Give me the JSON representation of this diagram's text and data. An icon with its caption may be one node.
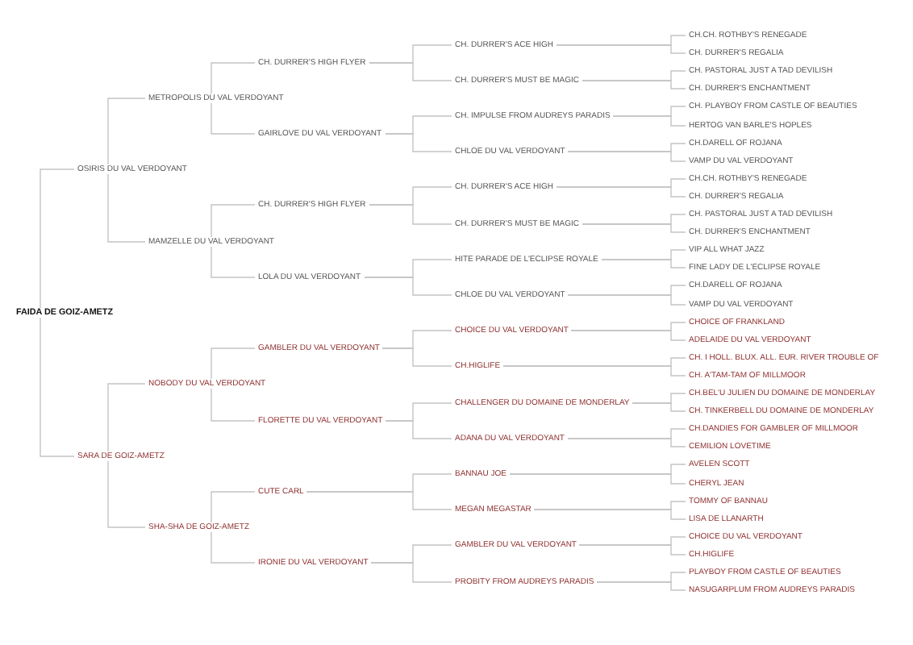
{
  "diagram": {
    "nodes": [
      {
        "text": [
          "FAIDA DE GOIZ-AMETZ"
        ]
      },
      {
        "text": [
          "OSIRIS DU VAL VERDOYANT"
        ]
      },
      {
        "text": [
          "SARA DE GOIZ-AMETZ"
        ]
      },
      {
        "text": [
          "METROPOLIS DU VAL VERDOYANT"
        ]
      },
      {
        "text": [
          "MAMZELLE DU VAL VERDOYANT"
        ]
      },
      {
        "text": [
          "NOBODY DU VAL VERDOYANT"
        ]
      },
      {
        "text": [
          "SHA-SHA DE GOIZ-AMETZ"
        ]
      },
      {
        "text": [
          "CH. DURRER'S HIGH FLYER"
        ]
      },
      {
        "text": [
          "GAIRLOVE DU VAL VERDOYANT"
        ]
      },
      {
        "text": [
          "CH. DURRER'S HIGH FLYER"
        ]
      },
      {
        "text": [
          "LOLA DU VAL VERDOYANT"
        ]
      },
      {
        "text": [
          "GAMBLER DU VAL VERDOYANT"
        ]
      },
      {
        "text": [
          "FLORETTE DU VAL VERDOYANT"
        ]
      },
      {
        "text": [
          "CUTE CARL"
        ]
      },
      {
        "text": [
          "IRONIE DU VAL VERDOYANT"
        ]
      },
      {
        "text": [
          "CH. DURRER'S ACE HIGH"
        ]
      },
      {
        "text": [
          "CH. DURRER'S MUST BE MAGIC"
        ]
      },
      {
        "text": [
          "CH. IMPULSE FROM AUDREYS PARADIS"
        ]
      },
      {
        "text": [
          "CHLOE DU VAL VERDOYANT"
        ]
      },
      {
        "text": [
          "CH. DURRER'S ACE HIGH"
        ]
      },
      {
        "text": [
          "CH. DURRER'S MUST BE MAGIC"
        ]
      },
      {
        "text": [
          "HITE PARADE DE L'ECLIPSE ROYALE"
        ]
      },
      {
        "text": [
          "CHLOE DU VAL VERDOYANT"
        ]
      },
      {
        "text": [
          "CHOICE DU VAL VERDOYANT"
        ]
      },
      {
        "text": [
          "CH.HIGLIFE"
        ]
      },
      {
        "text": [
          "CHALLENGER DU DOMAINE DE MONDERLAY"
        ]
      },
      {
        "text": [
          "ADANA DU VAL VERDOYANT"
        ]
      },
      {
        "text": [
          "BANNAU JOE"
        ]
      },
      {
        "text": [
          "MEGAN MEGASTAR"
        ]
      },
      {
        "text": [
          "GAMBLER DU VAL VERDOYANT"
        ]
      },
      {
        "text": [
          "PROBITY FROM AUDREYS PARADIS"
        ]
      },
      {
        "text": [
          "CH.CH. ROTHBY'S RENEGADE"
        ]
      },
      {
        "text": [
          "CH. DURRER'S REGALIA"
        ]
      },
      {
        "text": [
          "CH. PASTORAL JUST A TAD DEVILISH"
        ]
      },
      {
        "text": [
          "CH. DURRER'S ENCHANTMENT"
        ]
      },
      {
        "text": [
          "CH. PLAYBOY FROM CASTLE OF BEAUTIES"
        ]
      },
      {
        "text": [
          "HERTOG VAN BARLE'S HOPLES"
        ]
      },
      {
        "text": [
          "CH.DARELL OF ROJANA"
        ]
      },
      {
        "text": [
          "VAMP DU VAL VERDOYANT"
        ]
      },
      {
        "text": [
          "CH.CH. ROTHBY'S RENEGADE"
        ]
      },
      {
        "text": [
          "CH. DURRER'S REGALIA"
        ]
      },
      {
        "text": [
          "CH. PASTORAL JUST A TAD DEVILISH"
        ]
      },
      {
        "text": [
          "CH. DURRER'S ENCHANTMENT"
        ]
      },
      {
        "text": [
          "VIP ALL WHAT JAZZ"
        ]
      },
      {
        "text": [
          "FINE LADY DE L'ECLIPSE ROYALE"
        ]
      },
      {
        "text": [
          "CH.DARELL OF ROJANA"
        ]
      },
      {
        "text": [
          "VAMP DU VAL VERDOYANT"
        ]
      },
      {
        "text": [
          "CHOICE OF FRANKLAND"
        ]
      },
      {
        "text": [
          "ADELAIDE DU VAL VERDOYANT"
        ]
      },
      {
        "text": [
          "CH. I HOLL. BLUX. ALL. EUR. RIVER TROUBLE OF"
        ]
      },
      {
        "text": [
          "CH. A'TAM-TAM OF MILLMOOR"
        ]
      },
      {
        "text": [
          "CH.BEL'U JULIEN DU DOMAINE DE MONDERLAY"
        ]
      },
      {
        "text": [
          "CH. TINKERBELL DU DOMAINE DE MONDERLAY"
        ]
      },
      {
        "text": [
          "CH.DANDIES FOR GAMBLER OF MILLMOOR"
        ]
      },
      {
        "text": [
          "CEMILION LOVETIME"
        ]
      },
      {
        "text": [
          "AVELEN SCOTT"
        ]
      },
      {
        "text": [
          "CHERYL JEAN"
        ]
      },
      {
        "text": [
          "TOMMY OF BANNAU"
        ]
      },
      {
        "text": [
          "LISA DE LLANARTH"
        ]
      },
      {
        "text": [
          "CHOICE DU VAL VERDOYANT"
        ]
      },
      {
        "text": [
          "CH.HIGLIFE"
        ]
      },
      {
        "text": [
          "PLAYBOY FROM CASTLE OF BEAUTIES"
        ]
      },
      {
        "text": [
          "NASUGARPLUM FROM AUDREYS PARADIS"
        ]
      }
    ],
    "edges": [
      {
        "from": 0,
        "to": 1,
        "arrow": "none"
      },
      {
        "from": 0,
        "to": 2,
        "arrow": "none"
      },
      {
        "from": 1,
        "to": 3,
        "arrow": "none"
      },
      {
        "from": 1,
        "to": 4,
        "arrow": "none"
      },
      {
        "from": 2,
        "to": 5,
        "arrow": "none"
      },
      {
        "from": 2,
        "to": 6,
        "arrow": "none"
      },
      {
        "from": 3,
        "to": 7,
        "arrow": "none"
      },
      {
        "from": 3,
        "to": 8,
        "arrow": "none"
      },
      {
        "from": 4,
        "to": 9,
        "arrow": "none"
      },
      {
        "from": 4,
        "to": 10,
        "arrow": "none"
      },
      {
        "from": 5,
        "to": 11,
        "arrow": "none"
      },
      {
        "from": 5,
        "to": 12,
        "arrow": "none"
      },
      {
        "from": 6,
        "to": 13,
        "arrow": "none"
      },
      {
        "from": 6,
        "to": 14,
        "arrow": "none"
      },
      {
        "from": 7,
        "to": 15,
        "arrow": "none"
      },
      {
        "from": 7,
        "to": 16,
        "arrow": "none"
      },
      {
        "from": 8,
        "to": 17,
        "arrow": "none"
      },
      {
        "from": 8,
        "to": 18,
        "arrow": "none"
      },
      {
        "from": 9,
        "to": 19,
        "arrow": "none"
      },
      {
        "from": 9,
        "to": 20,
        "arrow": "none"
      },
      {
        "from": 10,
        "to": 21,
        "arrow": "none"
      },
      {
        "from": 10,
        "to": 22,
        "arrow": "none"
      },
      {
        "from": 11,
        "to": 23,
        "arrow": "none"
      },
      {
        "from": 11,
        "to": 24,
        "arrow": "none"
      },
      {
        "from": 12,
        "to": 25,
        "arrow": "none"
      },
      {
        "from": 12,
        "to": 26,
        "arrow": "none"
      },
      {
        "from": 13,
        "to": 27,
        "arrow": "none"
      },
      {
        "from": 13,
        "to": 28,
        "arrow": "none"
      },
      {
        "from": 14,
        "to": 29,
        "arrow": "none"
      },
      {
        "from": 14,
        "to": 30,
        "arrow": "none"
      },
      {
        "from": 15,
        "to": 31,
        "arrow": "none"
      },
      {
        "from": 15,
        "to": 32,
        "arrow": "none"
      },
      {
        "from": 16,
        "to": 33,
        "arrow": "none"
      },
      {
        "from": 16,
        "to": 34,
        "arrow": "none"
      },
      {
        "from": 17,
        "to": 35,
        "arrow": "none"
      },
      {
        "from": 17,
        "to": 36,
        "arrow": "none"
      },
      {
        "from": 18,
        "to": 37,
        "arrow": "none"
      },
      {
        "from": 18,
        "to": 38,
        "arrow": "none"
      },
      {
        "from": 19,
        "to": 39,
        "arrow": "none"
      },
      {
        "from": 19,
        "to": 40,
        "arrow": "none"
      },
      {
        "from": 20,
        "to": 41,
        "arrow": "none"
      },
      {
        "from": 20,
        "to": 42,
        "arrow": "none"
      },
      {
        "from": 21,
        "to": 43,
        "arrow": "none"
      },
      {
        "from": 21,
        "to": 44,
        "arrow": "none"
      },
      {
        "from": 22,
        "to": 45,
        "arrow": "none"
      },
      {
        "from": 22,
        "to": 46,
        "arrow": "none"
      },
      {
        "from": 23,
        "to": 47,
        "arrow": "none"
      },
      {
        "from": 23,
        "to": 48,
        "arrow": "none"
      },
      {
        "from": 24,
        "to": 49,
        "arrow": "none"
      },
      {
        "from": 24,
        "to": 50,
        "arrow": "none"
      },
      {
        "from": 25,
        "to": 51,
        "arrow": "none"
      },
      {
        "from": 25,
        "to": 52,
        "arrow": "none"
      },
      {
        "from": 26,
        "to": 53,
        "arrow": "none"
      },
      {
        "from": 26,
        "to": 54,
        "arrow": "none"
      },
      {
        "from": 27,
        "to": 55,
        "arrow": "none"
      },
      {
        "from": 27,
        "to": 56,
        "arrow": "none"
      },
      {
        "from": 28,
        "to": 57,
        "arrow": "none"
      },
      {
        "from": 28,
        "to": 58,
        "arrow": "none"
      },
      {
        "from": 29,
        "to": 59,
        "arrow": "none"
      },
      {
        "from": 29,
        "to": 60,
        "arrow": "none"
      },
      {
        "from": 30,
        "to": 61,
        "arrow": "none"
      },
      {
        "from": 30,
        "to": 62,
        "arrow": "none"
      }
    ]
  }
}
